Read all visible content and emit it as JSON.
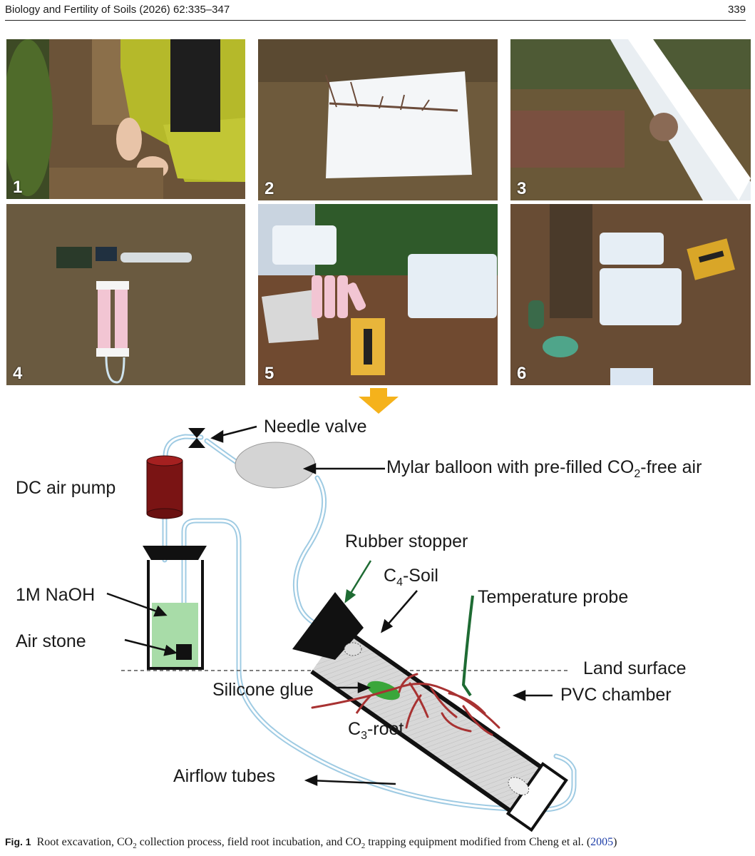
{
  "header": {
    "journal": "Biology and Fertility of Soils (2026) 62:335–347",
    "page": "339"
  },
  "photos": [
    {
      "label": "1"
    },
    {
      "label": "2"
    },
    {
      "label": "3"
    },
    {
      "label": "4"
    },
    {
      "label": "5"
    },
    {
      "label": "6"
    }
  ],
  "diagram": {
    "needle_valve": "Needle valve",
    "dc_air_pump": "DC air pump",
    "balloon_prefix": "Mylar balloon with pre-filled CO",
    "balloon_sub": "2",
    "balloon_suffix": "-free air",
    "rubber_stopper": "Rubber stopper",
    "c4_prefix": "C",
    "c4_sub": "4",
    "c4_suffix": "-Soil",
    "naoh": "1M NaOH",
    "temperature_probe": "Temperature probe",
    "air_stone": "Air stone",
    "land_surface": "Land surface",
    "silicone_glue": "Silicone glue",
    "pvc_chamber": "PVC chamber",
    "c3_prefix": "C",
    "c3_sub": "3",
    "c3_suffix": "-root",
    "airflow_tubes": "Airflow tubes"
  },
  "caption": {
    "fig": "Fig. 1",
    "t1": "  Root excavation, CO",
    "t1_sub": "2",
    "t2": " collection process, field root incubation, and CO",
    "t2_sub": "2",
    "t3": " trapping equipment modified from Cheng et al. (",
    "ref": "2005",
    "t4": ")"
  }
}
